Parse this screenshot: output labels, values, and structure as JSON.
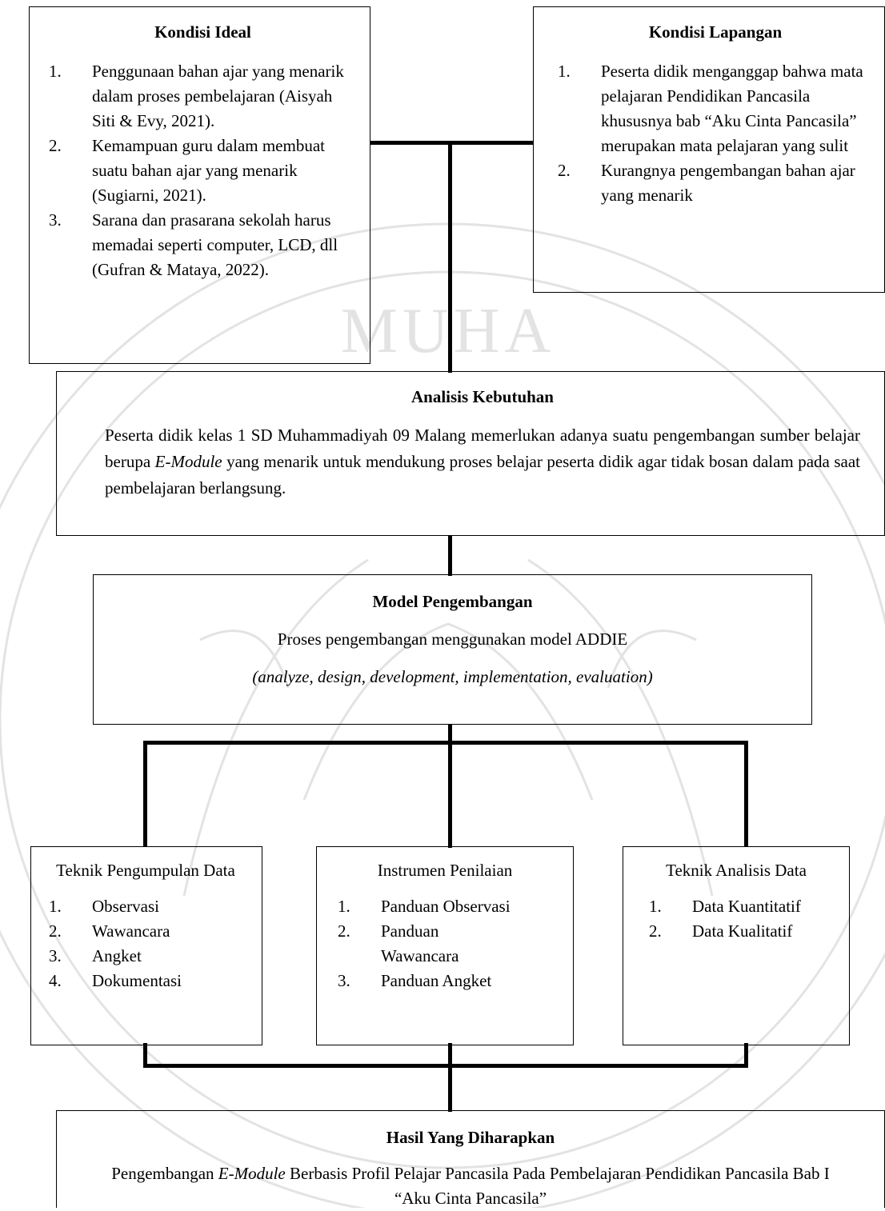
{
  "kondisi_ideal": {
    "title": "Kondisi Ideal",
    "items": [
      {
        "num": "1.",
        "text": "Penggunaan bahan ajar yang menarik dalam proses pembelajaran (Aisyah Siti & Evy, 2021)."
      },
      {
        "num": "2.",
        "text": "Kemampuan guru dalam membuat suatu bahan ajar yang menarik (Sugiarni, 2021)."
      },
      {
        "num": "3.",
        "text": "Sarana dan prasarana sekolah harus memadai seperti computer, LCD, dll (Gufran & Mataya, 2022)."
      }
    ]
  },
  "kondisi_lapangan": {
    "title": "Kondisi Lapangan",
    "items": [
      {
        "num": "1.",
        "text": "Peserta didik menganggap bahwa mata pelajaran Pendidikan Pancasila khususnya bab “Aku Cinta Pancasila” merupakan mata pelajaran yang sulit"
      },
      {
        "num": "2.",
        "text": "Kurangnya pengembangan bahan ajar yang menarik"
      }
    ]
  },
  "analisis_kebutuhan": {
    "title": "Analisis Kebutuhan",
    "text_before": "Peserta didik kelas 1 SD Muhammadiyah 09 Malang memerlukan adanya suatu pengembangan sumber belajar berupa ",
    "text_italic": "E-Module",
    "text_after": " yang menarik untuk mendukung proses belajar peserta didik agar tidak bosan dalam pada saat pembelajaran berlangsung."
  },
  "model_pengembangan": {
    "title": "Model Pengembangan",
    "line1": "Proses pengembangan menggunakan model ADDIE",
    "line2": "(analyze, design, development, implementation, evaluation)"
  },
  "teknik_pengumpulan": {
    "title": "Teknik Pengumpulan Data",
    "items": [
      {
        "num": "1.",
        "text": "Observasi"
      },
      {
        "num": "2.",
        "text": "Wawancara"
      },
      {
        "num": "3.",
        "text": "Angket"
      },
      {
        "num": "4.",
        "text": "Dokumentasi"
      }
    ]
  },
  "instrumen_penilaian": {
    "title": "Instrumen Penilaian",
    "items": [
      {
        "num": "1.",
        "text": "Panduan Observasi"
      },
      {
        "num": "2.",
        "text": "Panduan Wawancara"
      },
      {
        "num": "3.",
        "text": "Panduan Angket"
      }
    ]
  },
  "teknik_analisis": {
    "title": "Teknik Analisis Data",
    "items": [
      {
        "num": "1.",
        "text": "Data Kuantitatif"
      },
      {
        "num": "2.",
        "text": "Data Kualitatif"
      }
    ]
  },
  "hasil": {
    "title": "Hasil Yang Diharapkan",
    "text_before": "Pengembangan ",
    "text_italic": "E-Module",
    "text_after": " Berbasis Profil Pelajar Pancasila Pada Pembelajaran Pendidikan Pancasila Bab I “Aku Cinta Pancasila”"
  },
  "watermark": {
    "text": "MUHA"
  },
  "colors": {
    "line": "#000000",
    "watermark": "#d9d9d9"
  }
}
